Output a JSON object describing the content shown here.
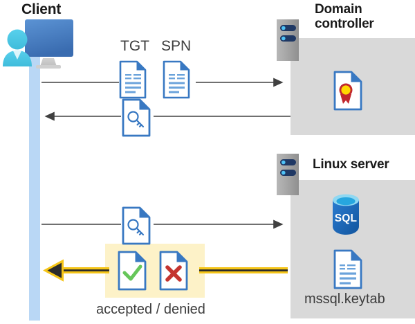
{
  "diagram": {
    "title": "Kerberos authentication flow between client, domain controller and Linux server",
    "actors": {
      "client": {
        "label": "Client",
        "icon": "client-computer-user-icon"
      },
      "domain_controller": {
        "label_line1": "Domain",
        "label_line2": "controller",
        "icon": "server-rack-icon",
        "contents": [
          {
            "name": "certificate-document-icon",
            "label": ""
          }
        ]
      },
      "linux_server": {
        "label": "Linux server",
        "icon": "server-rack-icon",
        "contents": [
          {
            "name": "sql-database-icon",
            "label": "SQL"
          },
          {
            "name": "keytab-document-icon",
            "label": "mssql.keytab"
          }
        ]
      }
    },
    "messages": [
      {
        "id": "msg-1",
        "direction": "client-to-domain-controller",
        "style": "thin-black-arrow",
        "artifacts": [
          {
            "name": "tgt-document-icon",
            "label": "TGT"
          },
          {
            "name": "spn-document-icon",
            "label": "SPN"
          }
        ]
      },
      {
        "id": "msg-2",
        "direction": "domain-controller-to-client",
        "style": "thin-black-arrow",
        "artifacts": [
          {
            "name": "service-ticket-key-document-icon",
            "label": ""
          }
        ]
      },
      {
        "id": "msg-3",
        "direction": "client-to-linux-server",
        "style": "thin-black-arrow",
        "artifacts": [
          {
            "name": "service-ticket-key-document-icon",
            "label": ""
          }
        ]
      },
      {
        "id": "msg-4",
        "direction": "linux-server-to-client",
        "style": "thick-yellow-arrow",
        "caption": "accepted / denied",
        "artifacts": [
          {
            "name": "accepted-document-icon",
            "label": ""
          },
          {
            "name": "denied-document-icon",
            "label": ""
          }
        ]
      }
    ],
    "labels": {
      "tgt": "TGT",
      "spn": "SPN",
      "sql": "SQL",
      "keytab": "mssql.keytab",
      "accepted_denied": "accepted / denied"
    },
    "colors": {
      "panel_gray": "#d9d9d9",
      "lifeline_blue": "#b9d7f5",
      "highlight_yellow": "#fdf2c8",
      "arrow_black": "#404040",
      "arrow_yellow": "#f5c518",
      "arrow_yellow_core": "#2b2b2b",
      "doc_border_blue": "#3878c2",
      "doc_line_blue": "#6ba3db",
      "accent_green": "#66c65a",
      "accent_red": "#c4342f",
      "sql_blue": "#1f6dc1",
      "server_gray": "#9e9e9e",
      "server_slot_navy": "#1f3864",
      "server_led_blue": "#4fc3f7",
      "client_monitor_blue": "#4a7fc1",
      "client_person_cyan": "#49c6e5",
      "seal_gold": "#ffd800",
      "seal_red": "#c1272d",
      "text_dark": "#1a1a1a",
      "text_gray": "#3d3d3d"
    }
  }
}
